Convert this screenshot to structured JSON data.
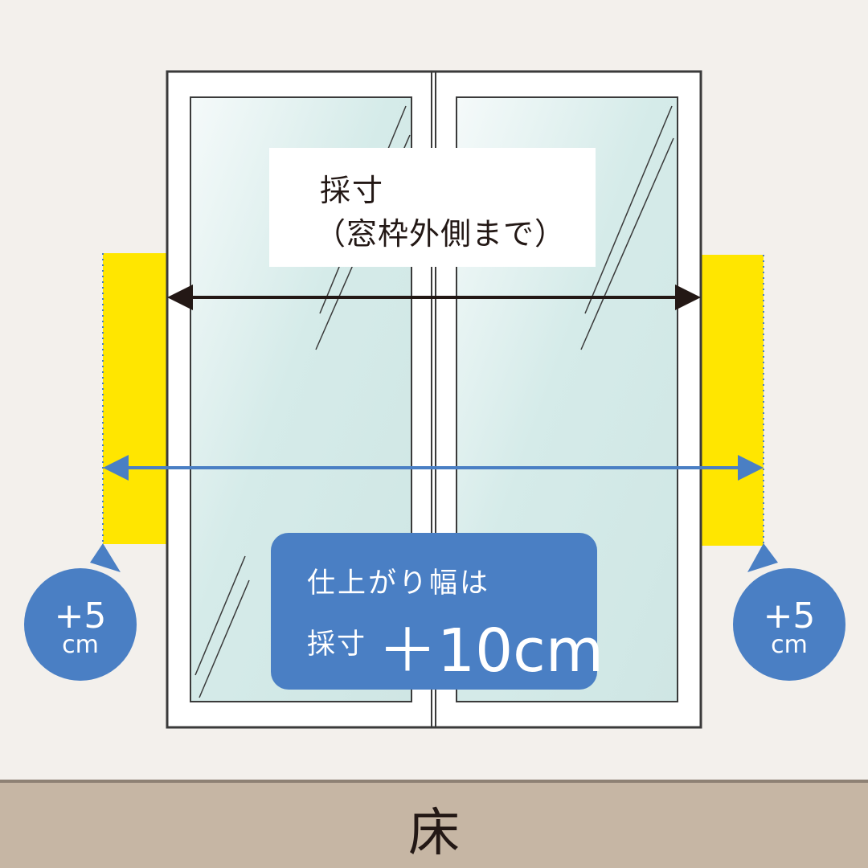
{
  "measure_label": {
    "line1": "採寸",
    "line2": "（窓枠外側まで）"
  },
  "result_label": {
    "line1": "仕上がり幅は",
    "prefix": "採寸",
    "value": "＋10cm"
  },
  "badge_left": {
    "plus": "+5",
    "unit": "cm"
  },
  "badge_right": {
    "plus": "+5",
    "unit": "cm"
  },
  "floor_label": "床",
  "colors": {
    "background": "#f3f0ec",
    "floor": "#c6b6a4",
    "frame": "#3a3a3a",
    "glass": "#d4ebe9",
    "extension": "#ffe600",
    "accent_blue": "#4a7fc4",
    "arrow_dark": "#231815"
  }
}
